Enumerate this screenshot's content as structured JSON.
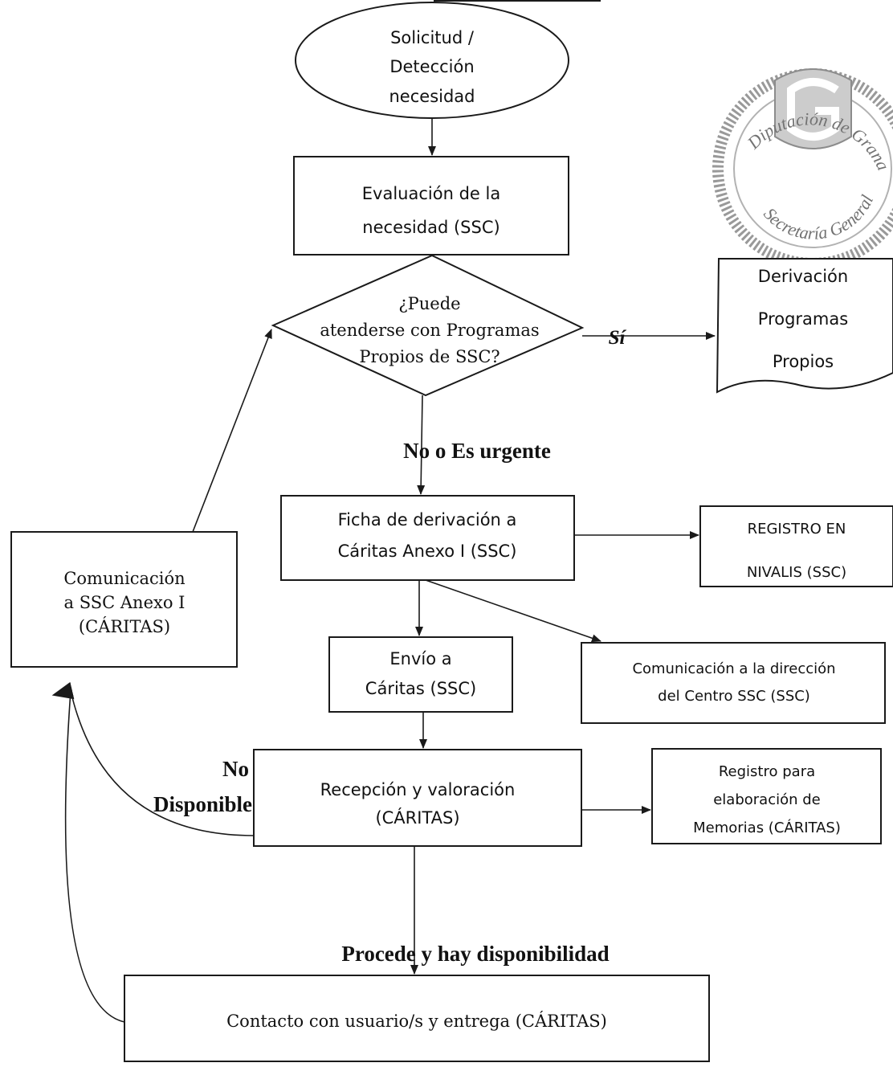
{
  "nodes": {
    "solicitud": [
      "Solicitud /",
      "Detección",
      "necesidad"
    ],
    "evaluacion": [
      "Evaluación de la",
      "necesidad (SSC)"
    ],
    "decision": [
      "¿Puede",
      "atenderse con Programas",
      "Propios de SSC?"
    ],
    "derivacion": [
      "Derivación",
      "Programas",
      "Propios"
    ],
    "ficha": [
      "Ficha de derivación a",
      "Cáritas Anexo I (SSC)"
    ],
    "registro_nivalis": [
      "REGISTRO EN",
      "NIVALIS (SSC)"
    ],
    "comunicacion_ssc": [
      "Comunicación",
      "a SSC Anexo I",
      "(CÁRITAS)"
    ],
    "envio": [
      "Envío a",
      "Cáritas (SSC)"
    ],
    "comunicacion_direccion": [
      "Comunicación a la dirección",
      "del Centro SSC (SSC)"
    ],
    "recepcion": [
      "Recepción y valoración",
      "(CÁRITAS)"
    ],
    "registro_memorias": [
      "Registro para",
      "elaboración de",
      "Memorias (CÁRITAS)"
    ],
    "contacto": [
      "Contacto con usuario/s y entrega (CÁRITAS)"
    ]
  },
  "edge_labels": {
    "si": "Sí",
    "no_urgente": "No o Es urgente",
    "no_disponible": [
      "No",
      "Disponible"
    ],
    "procede": "Procede y  hay disponibilidad"
  },
  "seal": {
    "name": "diputacion-granada-seal",
    "text_top": "Diputación de Granada",
    "text_bottom": "Secretaría General",
    "color": "#555555"
  }
}
